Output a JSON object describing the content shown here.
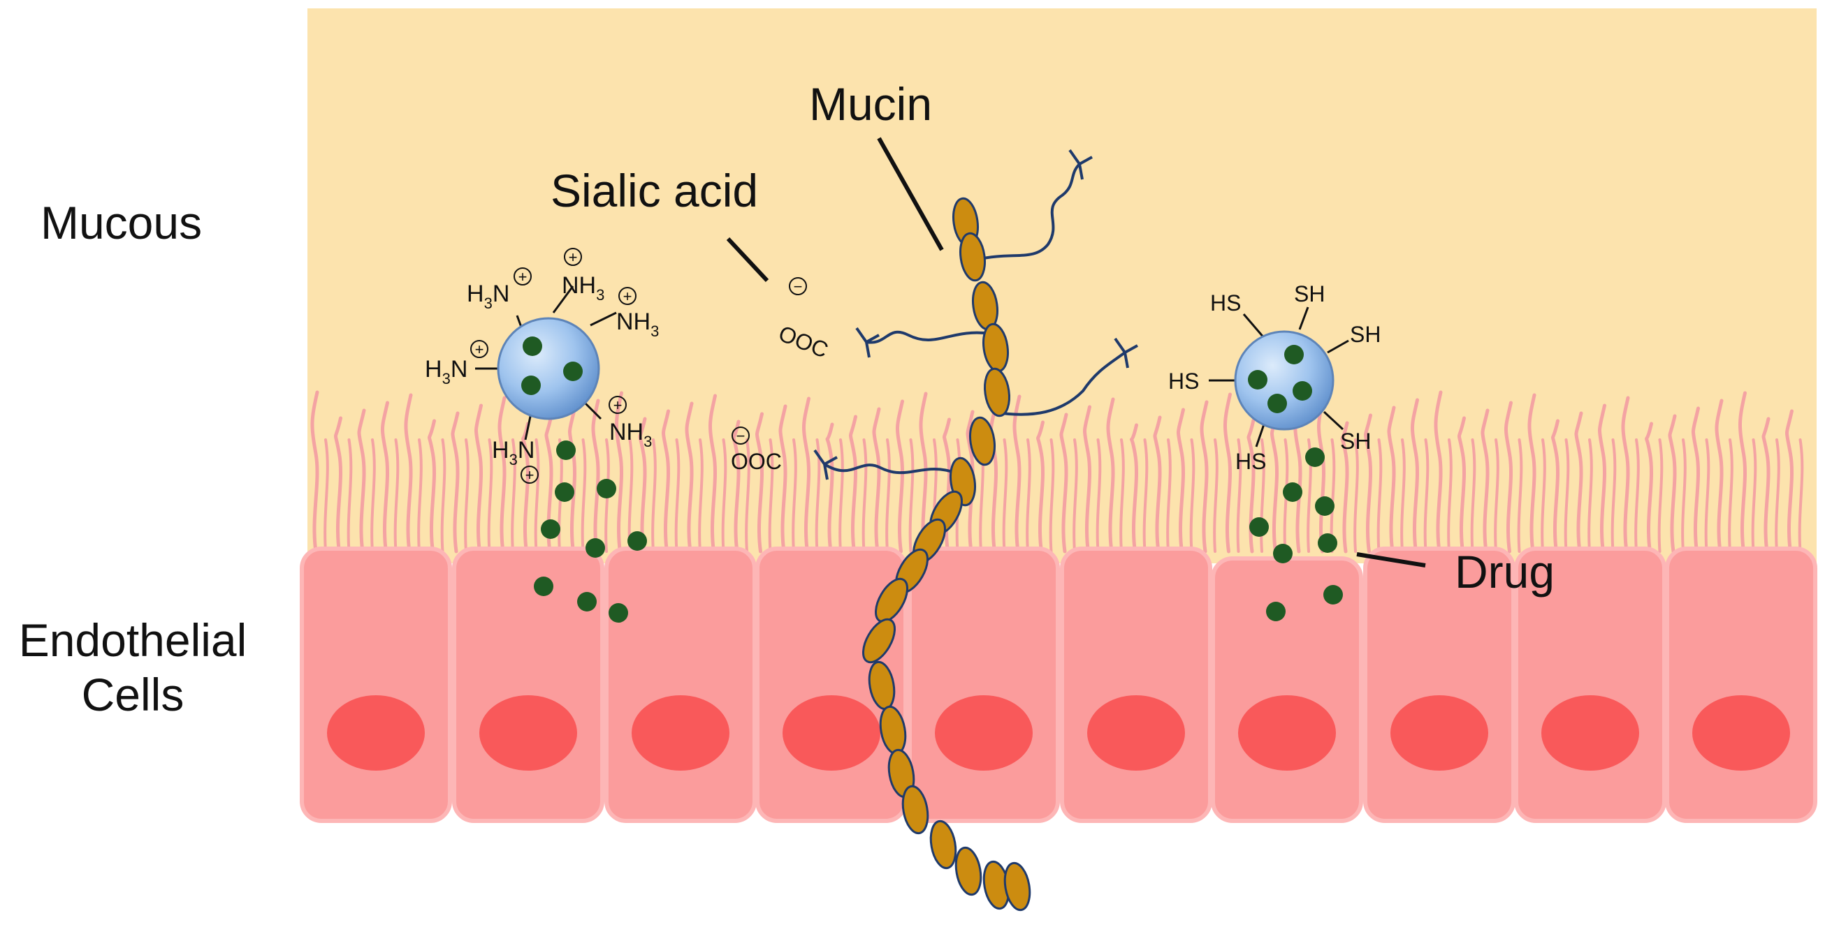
{
  "labels": {
    "mucous": "Mucous",
    "endothelial_line1": "Endothelial",
    "endothelial_line2": "Cells",
    "mucin": "Mucin",
    "sialic_acid": "Sialic acid",
    "drug": "Drug"
  },
  "groups": {
    "amine_main": "H",
    "amine_sub": "3",
    "amine_n": "N",
    "nh_main": "NH",
    "nh_sub": "3",
    "thiol_hs": "HS",
    "thiol_sh": "SH",
    "carboxylate": "OOC",
    "plus_sign": "+",
    "minus_sign": "−"
  },
  "colors": {
    "mucous_layer": "#fce3ad",
    "glycocalyx": "#f4a3a3",
    "cell_body": "#fb9c9c",
    "cell_border": "#fdb6b6",
    "nucleus": "#f9595a",
    "mucin_bead": "#cc8c10",
    "mucin_outline": "#1f3a6b",
    "nanoparticle": "#8fb7e6",
    "drug": "#1f5a23"
  }
}
